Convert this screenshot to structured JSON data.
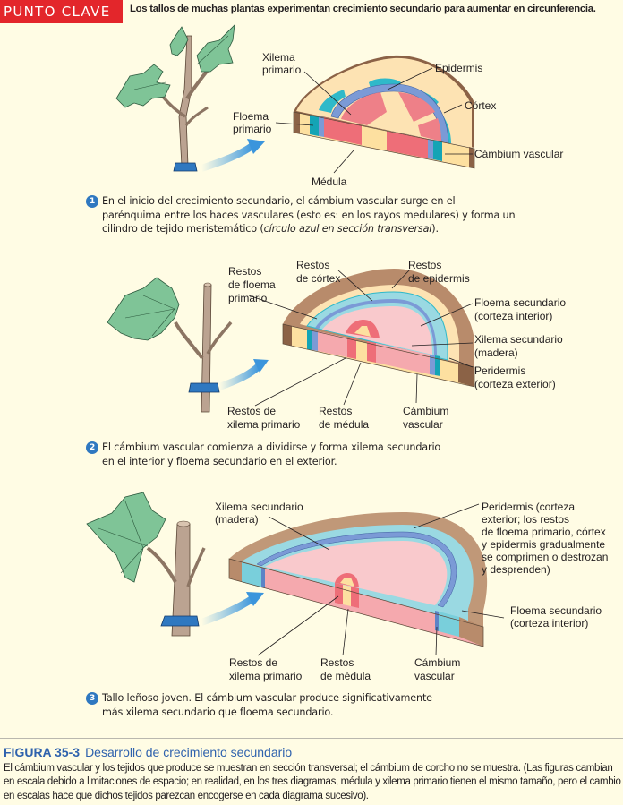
{
  "header": {
    "badge": "PUNTO CLAVE",
    "key_point": "Los tallos de muchas plantas experimentan crecimiento secundario para aumentar en circunferencia."
  },
  "colors": {
    "badge_red": "#e3262b",
    "background": "#fffce4",
    "figure_blue": "#2f62ad",
    "step_blue": "#2f78c0",
    "cortex": "#fde3b3",
    "phloem": "#2fb9c9",
    "cambium": "#7b9ad6",
    "xylem": "#ee6e78",
    "pith": "#fde0a0",
    "periderm": "#b88b6b",
    "secondary_xylem": "#f9c9cc",
    "secondary_phloem": "#9ad9e2"
  },
  "diagram1": {
    "labels": {
      "xilema": [
        "Xilema",
        "primario"
      ],
      "epidermis": "Epidermis",
      "cortex": "Córtex",
      "floema": [
        "Floema",
        "primario"
      ],
      "cambium": "Cámbium vascular",
      "medula": "Médula"
    },
    "step": {
      "number": "1",
      "lines": [
        "En el inicio del crecimiento secundario, el cámbium vascular surge en el",
        "parénquima entre los haces vasculares (esto es: en los rayos medulares) y forma un"
      ],
      "line3_plain": "cilindro de tejido meristemático (",
      "line3_italic": "círculo azul en sección transversal",
      "line3_end": ")."
    }
  },
  "diagram2": {
    "labels": {
      "restos_floema": [
        "Restos",
        "de floema",
        "primario"
      ],
      "restos_cortex": [
        "Restos",
        "de córtex"
      ],
      "restos_epidermis": [
        "Restos",
        "de epidermis"
      ],
      "floema_sec": [
        "Floema secundario",
        "(corteza interior)"
      ],
      "xilema_sec": [
        "Xilema secundario",
        "(madera)"
      ],
      "peridermis": [
        "Peridermis",
        "(corteza exterior)"
      ],
      "restos_xilema": [
        "Restos de",
        "xilema primario"
      ],
      "restos_medula": [
        "Restos",
        "de médula"
      ],
      "cambium": [
        "Cámbium",
        "vascular"
      ]
    },
    "step": {
      "number": "2",
      "lines": [
        "El cámbium vascular comienza a dividirse y forma xilema secundario",
        "en el interior y floema secundario en el exterior."
      ]
    }
  },
  "diagram3": {
    "labels": {
      "xilema_sec": [
        "Xilema secundario",
        "(madera)"
      ],
      "peridermis": [
        "Peridermis (corteza",
        "exterior; los restos",
        "de floema primario, córtex",
        "y epidermis gradualmente",
        "se comprimen o destrozan",
        "y desprenden)"
      ],
      "floema_sec": [
        "Floema secundario",
        "(corteza interior)"
      ],
      "restos_xilema": [
        "Restos de",
        "xilema primario"
      ],
      "restos_medula": [
        "Restos",
        "de médula"
      ],
      "cambium": [
        "Cámbium",
        "vascular"
      ]
    },
    "step": {
      "number": "3",
      "lines": [
        "Tallo leñoso joven. El cámbium vascular produce significativamente",
        "más xilema secundario que floema secundario."
      ]
    }
  },
  "figure": {
    "number": "FIGURA 35-3",
    "title": "Desarrollo de crecimiento secundario",
    "caption": "El cámbium vascular y los tejidos que produce se muestran en sección transversal; el cámbium de corcho no se muestra. (Las figuras cambian en escala debido a limitaciones de espacio; en realidad, en los tres diagramas, médula y xilema primario tienen el mismo tamaño, pero el cambio en escalas hace que dichos tejidos parezcan encogerse en cada diagrama sucesivo)."
  }
}
